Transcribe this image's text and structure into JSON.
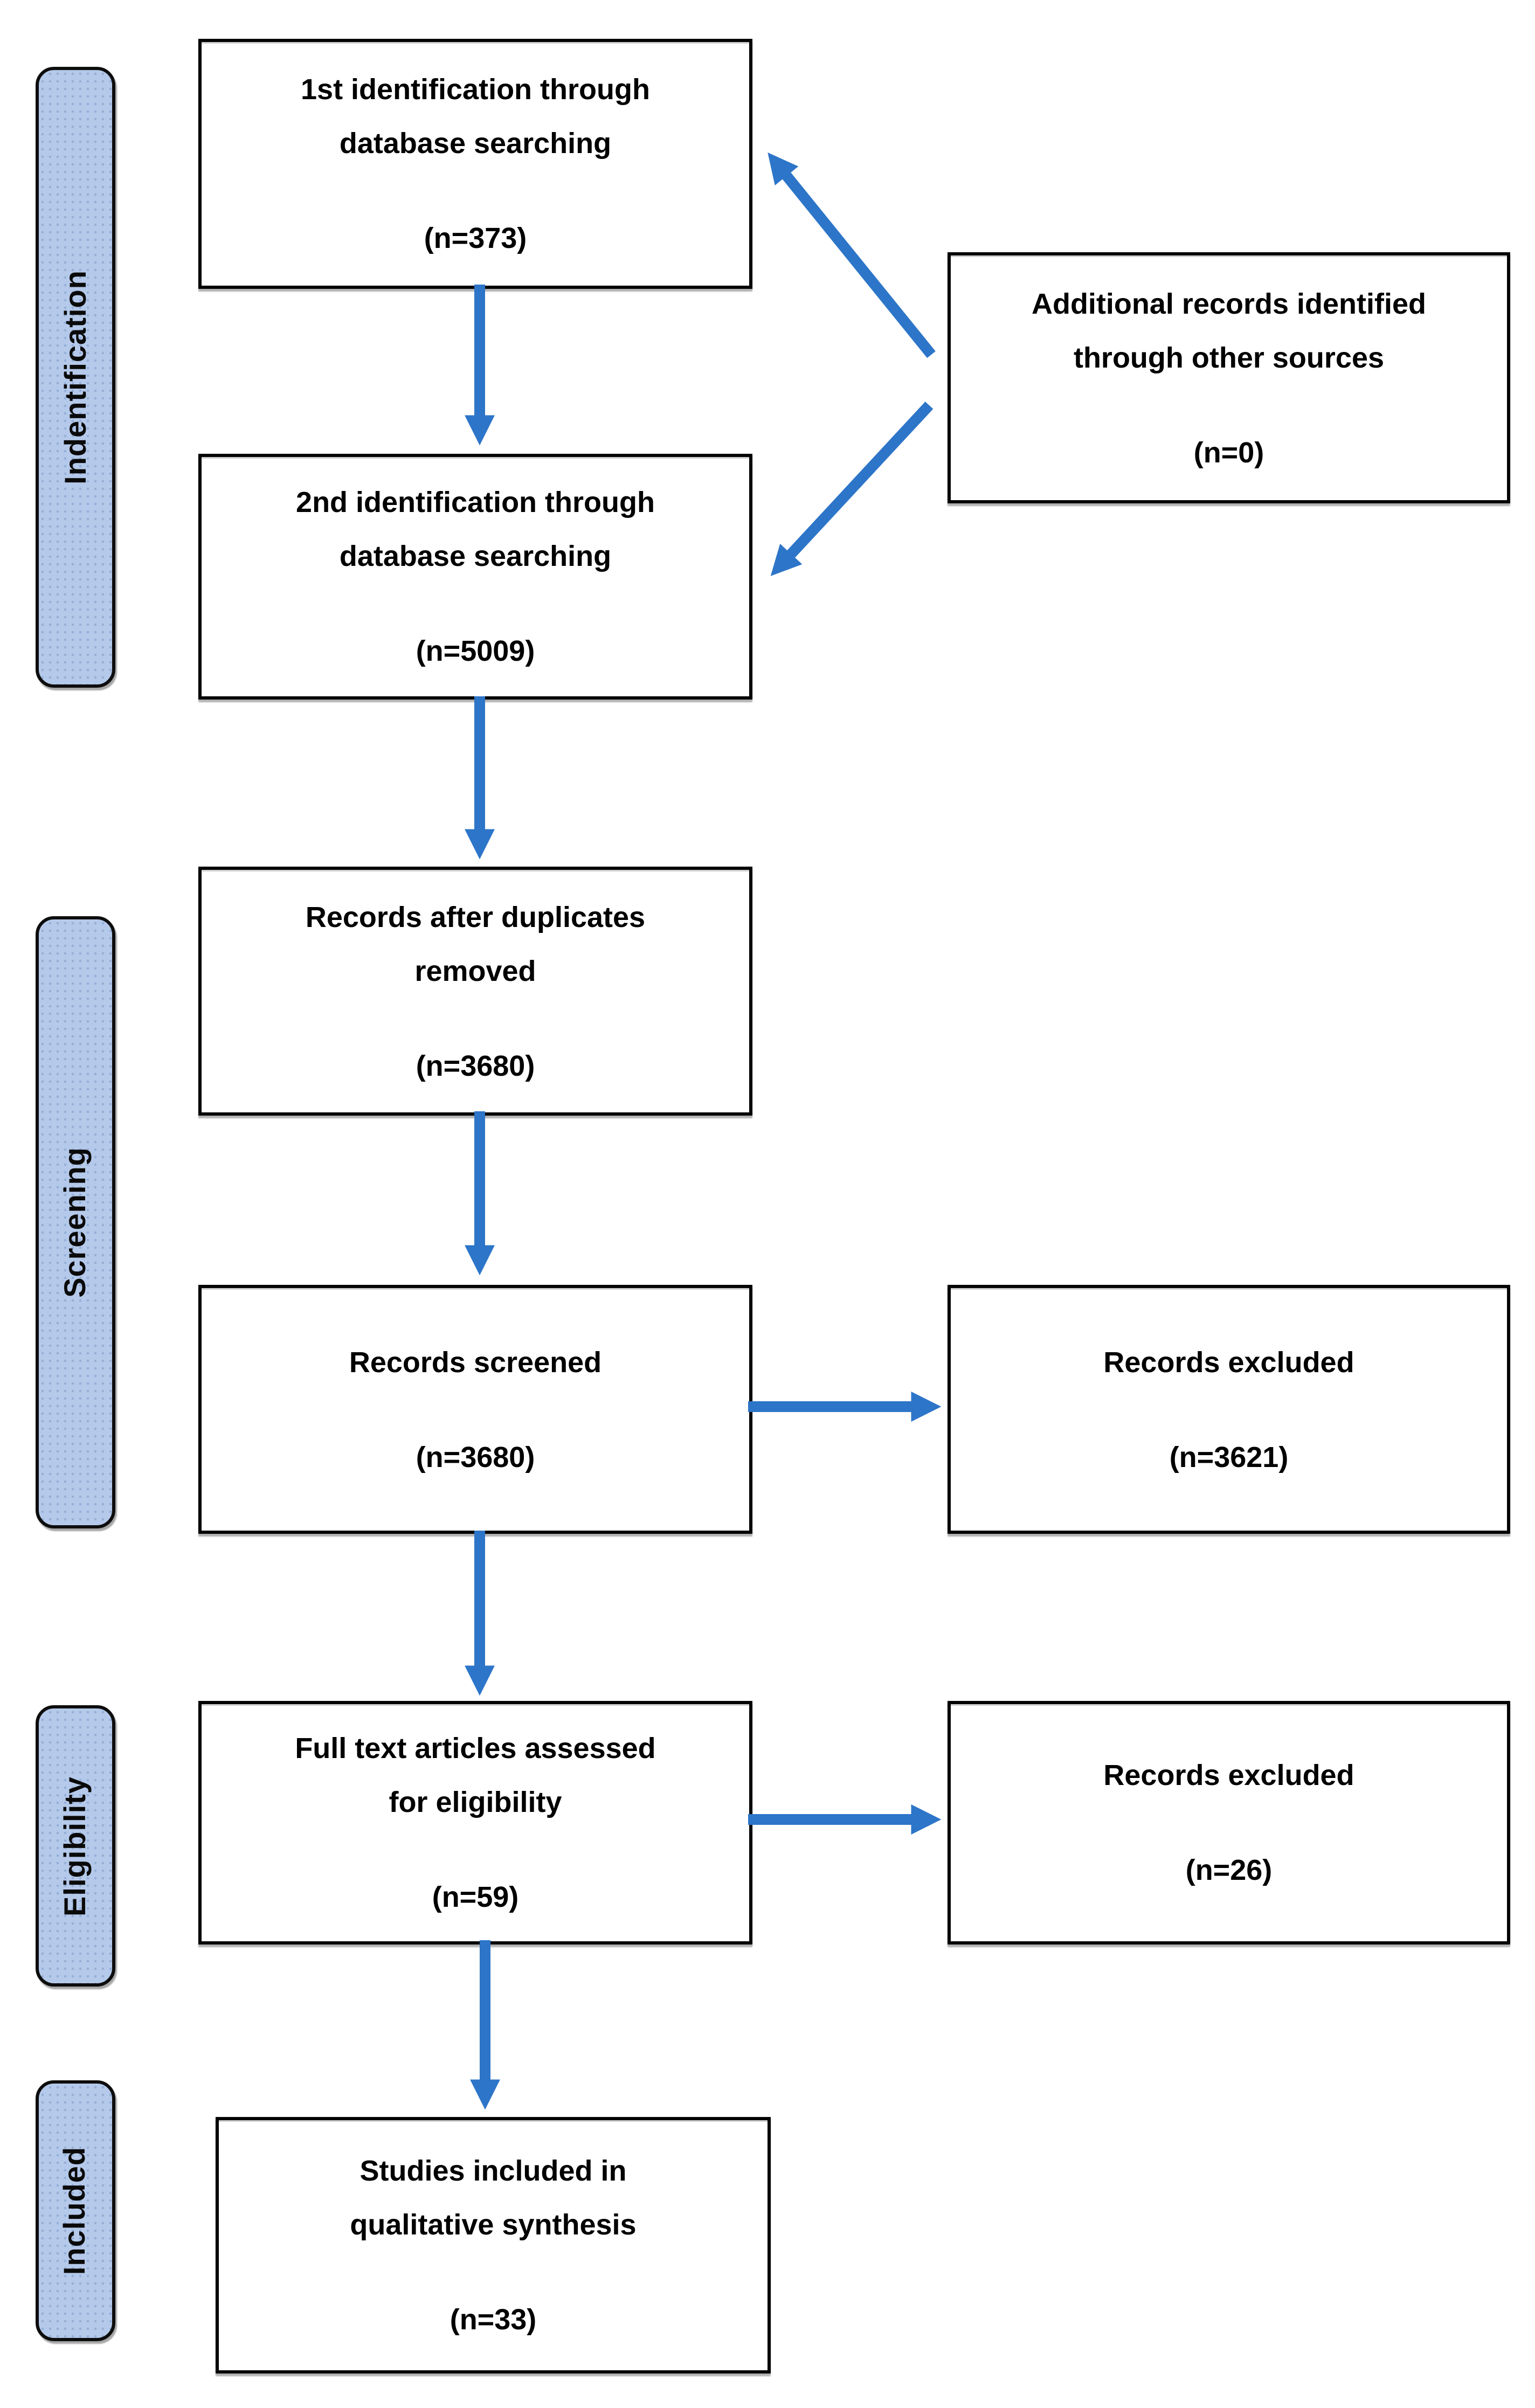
{
  "diagram": {
    "type": "prisma-flow",
    "colors": {
      "arrow_blue": "#2D75C8",
      "stage_fill": "#B5C9EA",
      "stage_border": "#0d0d0d",
      "box_border": "#040404",
      "box_fill": "#ffffff",
      "text": "#000000"
    }
  },
  "sidebar": {
    "identification": "Indentification",
    "screening": "Screening",
    "eligibility": "Eligibility",
    "included": "Included"
  },
  "boxes": {
    "db1": {
      "line1": "1st identification through",
      "line2": "database searching",
      "count": "(n=373)"
    },
    "other": {
      "line1": "Additional records identified",
      "line2": "through other sources",
      "count": "(n=0)"
    },
    "db2": {
      "line1": "2nd identification through",
      "line2": "database searching",
      "count": "(n=5009)"
    },
    "dedup": {
      "line1": "Records after duplicates",
      "line2": "removed",
      "count": "(n=3680)"
    },
    "screened": {
      "line1": "Records screened",
      "line2": "",
      "count": "(n=3680)"
    },
    "excluded_screen": {
      "line1": "Records excluded",
      "line2": "",
      "count": "(n=3621)"
    },
    "fulltext": {
      "line1": "Full text articles assessed",
      "line2": "for eligibility",
      "count": "(n=59)"
    },
    "excluded_fulltext": {
      "line1": "Records excluded",
      "line2": "",
      "count": "(n=26)"
    },
    "included_studies": {
      "line1": "Studies included in",
      "line2": "qualitative synthesis",
      "count": "(n=33)"
    }
  }
}
